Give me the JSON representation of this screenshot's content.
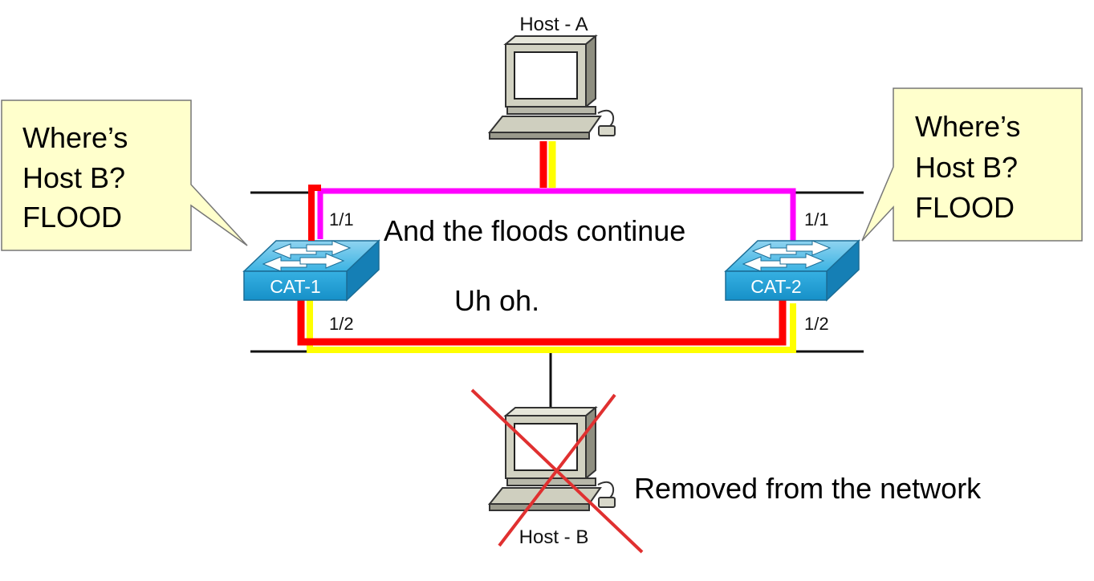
{
  "hosts": {
    "a": {
      "label": "Host - A"
    },
    "b": {
      "label": "Host - B"
    }
  },
  "switches": {
    "cat1": {
      "label": "CAT-1",
      "port_top": "1/1",
      "port_bottom": "1/2"
    },
    "cat2": {
      "label": "CAT-2",
      "port_top": "1/1",
      "port_bottom": "1/2"
    }
  },
  "callouts": {
    "left": {
      "lines": [
        "Where’s",
        "Host B?",
        "FLOOD"
      ]
    },
    "right": {
      "lines": [
        "Where’s",
        "Host B?",
        "FLOOD"
      ]
    }
  },
  "captions": {
    "floods": "And the floods continue",
    "uhoh": "Uh oh.",
    "removed": "Removed from the network"
  },
  "colors": {
    "flood_red": "#ff0000",
    "flood_yellow": "#ffff00",
    "flood_magenta": "#ff00ff",
    "switch_blue": "#1a9fd6",
    "callout_fill": "#ffffcc",
    "removed_x": "#e03030"
  }
}
